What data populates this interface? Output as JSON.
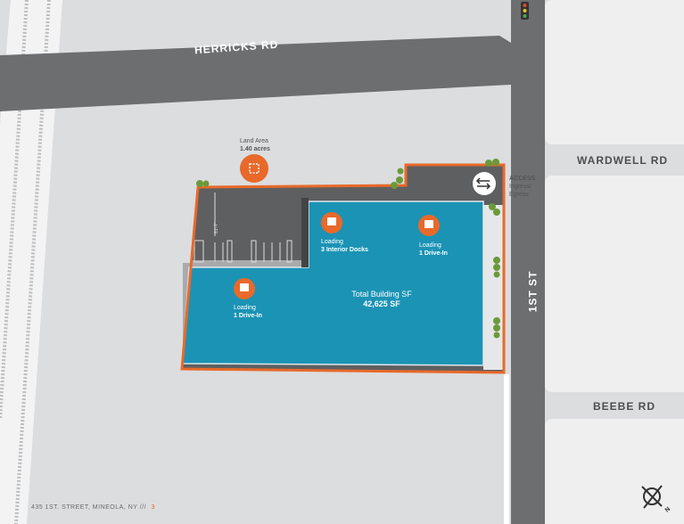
{
  "roads": {
    "herricks": "HERRICKS RD",
    "wardwell": "WARDWELL RD",
    "first_st": "1ST ST",
    "beebe": "BEEBE RD"
  },
  "land_area": {
    "label": "Land Area",
    "value": "1.40 acres",
    "icon": "land-area-icon"
  },
  "access": {
    "title": "ACCESS",
    "line1": "Ingress/",
    "line2": "Egress",
    "icon": "two-way-arrows-icon"
  },
  "loading": [
    {
      "label": "Loading",
      "value": "3 Interior Docks",
      "icon": "loading-door-icon"
    },
    {
      "label": "Loading",
      "value": "1 Drive-In",
      "icon": "loading-door-icon"
    },
    {
      "label": "Loading",
      "value": "1 Drive-In",
      "icon": "loading-door-icon"
    }
  ],
  "building": {
    "label": "Total Building SF",
    "value": "42,625 SF"
  },
  "parking_dimension": "81'-7\"",
  "footer": {
    "address": "435 1ST. STREET, MINEOLA, NY",
    "separator": "///",
    "page": "3"
  },
  "compass": {
    "icon": "north-arrow-icon",
    "letter": "N"
  },
  "colors": {
    "site_outline": "#e8692a",
    "building": "#1b93b5",
    "road": "#6d6e70",
    "paving": "#5e5f61"
  }
}
